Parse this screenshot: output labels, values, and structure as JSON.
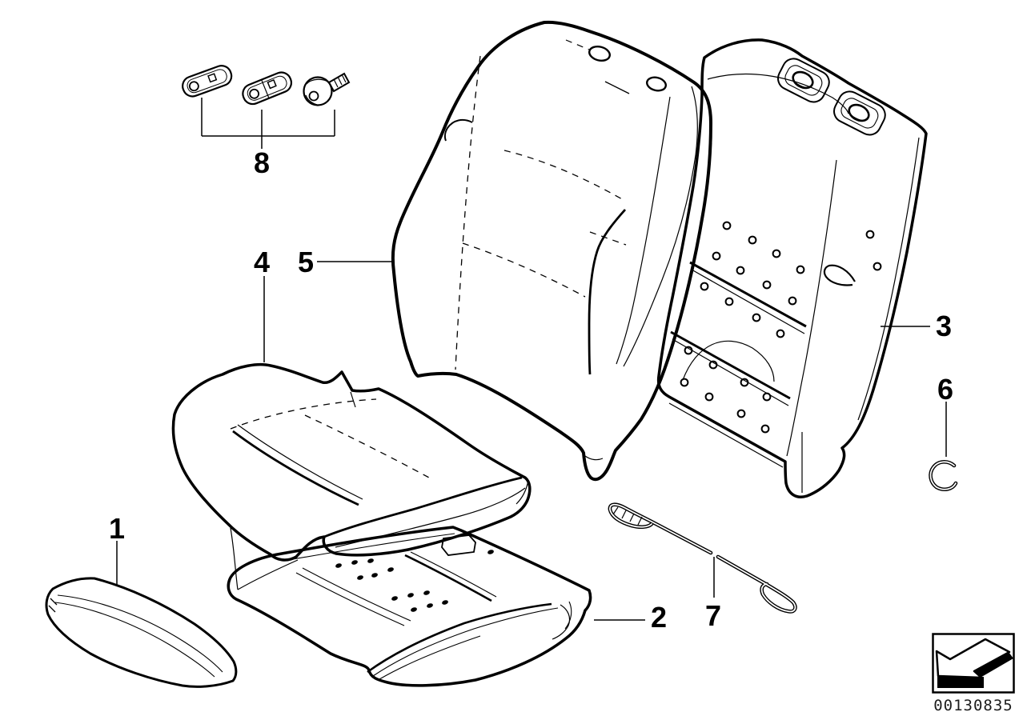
{
  "callouts": {
    "part1": "1",
    "part2": "2",
    "part3": "3",
    "part4": "4",
    "part5": "5",
    "part6": "6",
    "part7": "7",
    "part8": "8"
  },
  "footer": {
    "image_number": "00130835"
  },
  "icons": {
    "direction_arrow": "arrow-down-left"
  },
  "colors": {
    "line": "#000000",
    "background": "#ffffff"
  }
}
